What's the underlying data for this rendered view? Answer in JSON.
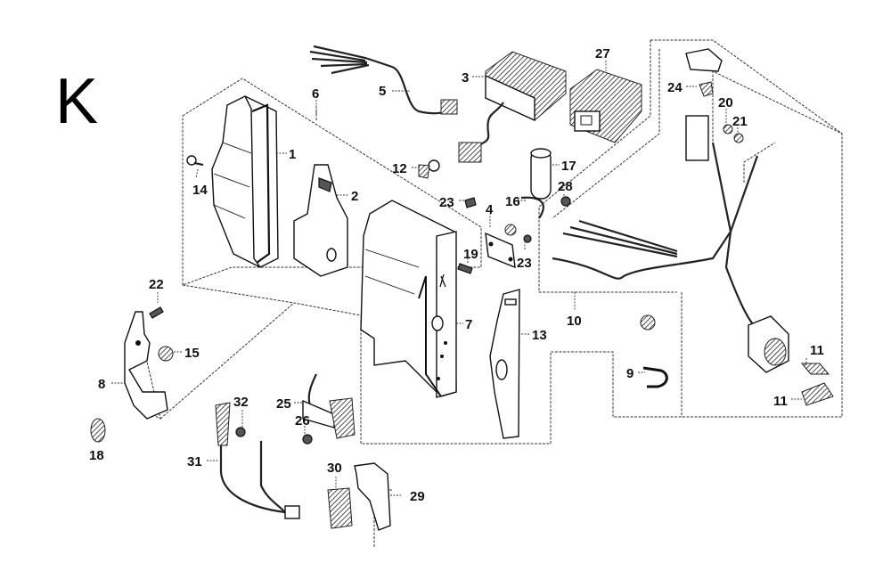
{
  "page": {
    "section_letter": "K",
    "type": "exploded parts diagram"
  },
  "callouts": [
    {
      "id": "1",
      "label": "1",
      "part": "battery-box-cover"
    },
    {
      "id": "2",
      "label": "2",
      "part": "bracket"
    },
    {
      "id": "3",
      "label": "3",
      "part": "regulator-rectifier"
    },
    {
      "id": "4",
      "label": "4",
      "part": "stay-plate"
    },
    {
      "id": "5",
      "label": "5",
      "part": "wire-harness-sub"
    },
    {
      "id": "6",
      "label": "6",
      "part": "control-box-assembly"
    },
    {
      "id": "7",
      "label": "7",
      "part": "control-box"
    },
    {
      "id": "8",
      "label": "8",
      "part": "bracket-stay"
    },
    {
      "id": "9",
      "label": "9",
      "part": "wire-clip"
    },
    {
      "id": "10",
      "label": "10",
      "part": "main-wire-harness"
    },
    {
      "id": "11a",
      "label": "11",
      "part": "band-upper"
    },
    {
      "id": "11b",
      "label": "11",
      "part": "band-lower"
    },
    {
      "id": "12",
      "label": "12",
      "part": "clamp"
    },
    {
      "id": "13",
      "label": "13",
      "part": "plate"
    },
    {
      "id": "14",
      "label": "14",
      "part": "screw"
    },
    {
      "id": "15",
      "label": "15",
      "part": "clip"
    },
    {
      "id": "16",
      "label": "16",
      "part": "ground-wire"
    },
    {
      "id": "17",
      "label": "17",
      "part": "condenser"
    },
    {
      "id": "18",
      "label": "18",
      "part": "grommet"
    },
    {
      "id": "19",
      "label": "19",
      "part": "bolt"
    },
    {
      "id": "20",
      "label": "20",
      "part": "nut"
    },
    {
      "id": "21",
      "label": "21",
      "part": "washer"
    },
    {
      "id": "22",
      "label": "22",
      "part": "bolt"
    },
    {
      "id": "23a",
      "label": "23",
      "part": "screw-upper"
    },
    {
      "id": "23b",
      "label": "23",
      "part": "screw-lower"
    },
    {
      "id": "24",
      "label": "24",
      "part": "fuse"
    },
    {
      "id": "25",
      "label": "25",
      "part": "rectifier-wire"
    },
    {
      "id": "26",
      "label": "26",
      "part": "bolt"
    },
    {
      "id": "27",
      "label": "27",
      "part": "regulator"
    },
    {
      "id": "28",
      "label": "28",
      "part": "nut"
    },
    {
      "id": "29",
      "label": "29",
      "part": "bracket"
    },
    {
      "id": "30",
      "label": "30",
      "part": "rectifier"
    },
    {
      "id": "31",
      "label": "31",
      "part": "battery-cable"
    },
    {
      "id": "32",
      "label": "32",
      "part": "bolt"
    }
  ]
}
